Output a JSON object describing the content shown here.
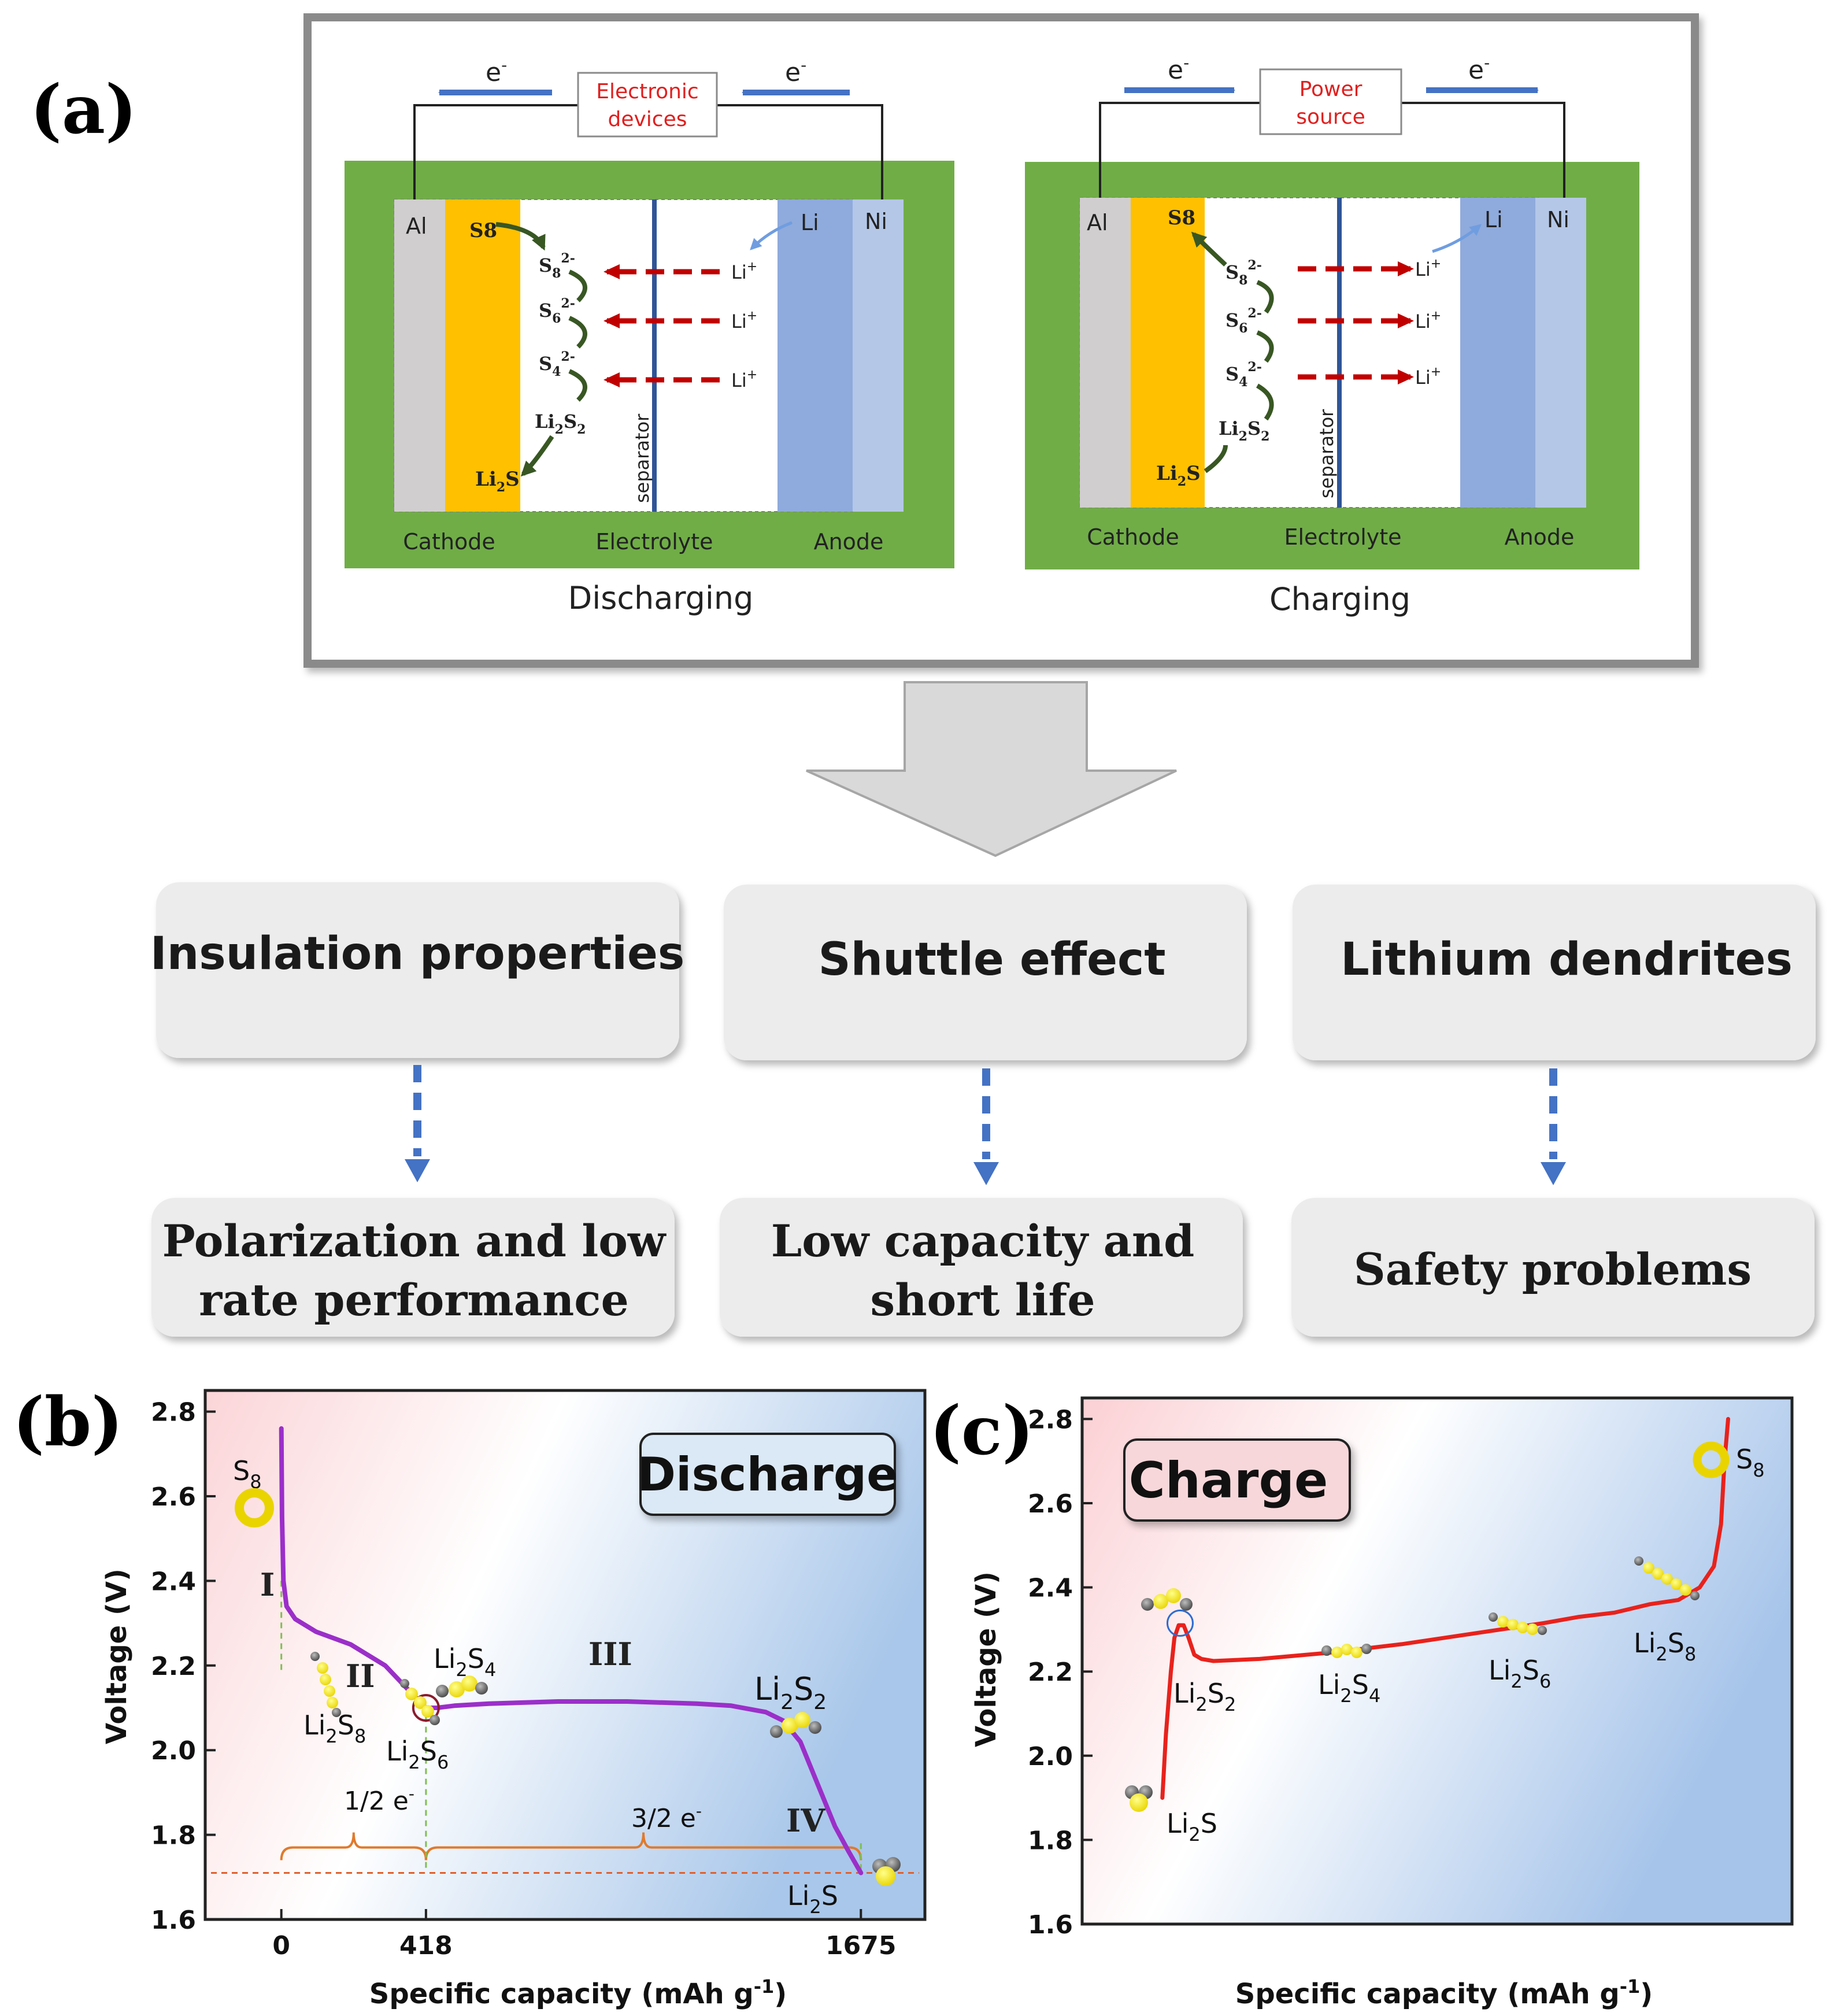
{
  "panel_a": {
    "label": "(a)",
    "discharging": {
      "title": "Discharging",
      "device": [
        "Electronic",
        "devices"
      ],
      "electron": "e",
      "collector_left": "Al",
      "collector_right": "Ni",
      "lithium": "Li",
      "species": [
        "S8",
        "S8 2-",
        "S6 2-",
        "S4 2-",
        "Li2S2",
        "Li2S"
      ],
      "ion": "Li",
      "separator": "separator",
      "zones": [
        "Cathode",
        "Electrolyte",
        "Anode"
      ]
    },
    "charging": {
      "title": "Charging",
      "device": [
        "Power",
        "source"
      ],
      "electron": "e",
      "collector_left": "Al",
      "collector_right": "Ni",
      "lithium": "Li",
      "species": [
        "S8",
        "S8 2-",
        "S6 2-",
        "S4 2-",
        "Li2S2",
        "Li2S"
      ],
      "ion": "Li",
      "separator": "separator",
      "zones": [
        "Cathode",
        "Electrolyte",
        "Anode"
      ]
    },
    "problems": [
      "Insulation properties",
      "Shuttle effect",
      "Lithium dendrites"
    ],
    "consequences": [
      [
        "Polarization and low",
        "rate performance"
      ],
      [
        "Low capacity and",
        "short life"
      ],
      [
        "Safety problems"
      ]
    ]
  },
  "panel_b": {
    "label": "(b)",
    "badge": "Discharge",
    "chart_data": {
      "type": "line",
      "title": "",
      "xlabel": "Specific capacity (mAh g-1)",
      "ylabel": "Voltage (V)",
      "xticks": [
        0,
        418,
        1675
      ],
      "yticks": [
        1.6,
        1.8,
        2.0,
        2.2,
        2.4,
        2.6,
        2.8
      ],
      "xlim": [
        -220,
        1860
      ],
      "ylim": [
        1.6,
        2.85
      ],
      "series": [
        {
          "color": "#9b2fc9",
          "x": [
            0,
            2,
            6,
            15,
            40,
            100,
            200,
            300,
            370,
            418,
            450,
            500,
            600,
            800,
            1000,
            1200,
            1300,
            1400,
            1450,
            1500,
            1550,
            1600,
            1640,
            1675
          ],
          "y": [
            2.76,
            2.55,
            2.4,
            2.34,
            2.31,
            2.28,
            2.25,
            2.2,
            2.14,
            2.1,
            2.1,
            2.105,
            2.11,
            2.115,
            2.115,
            2.11,
            2.105,
            2.09,
            2.07,
            2.02,
            1.92,
            1.82,
            1.76,
            1.71
          ]
        }
      ],
      "reference_line_y": 1.71,
      "stage_labels": [
        "I",
        "II",
        "III",
        "IV"
      ],
      "electron_transfer": [
        "1/2 e-",
        "3/2 e-"
      ],
      "species": [
        "S8",
        "Li2S8",
        "Li2S6",
        "Li2S4",
        "Li2S2",
        "Li2S"
      ]
    }
  },
  "panel_c": {
    "label": "(c)",
    "badge": "Charge",
    "chart_data": {
      "type": "line",
      "title": "",
      "xlabel": "Specific capacity (mAh g-1)",
      "ylabel": "Voltage (V)",
      "yticks": [
        1.6,
        1.8,
        2.0,
        2.2,
        2.4,
        2.6,
        2.8
      ],
      "ylim": [
        1.6,
        2.85
      ],
      "series": [
        {
          "color": "#e8221c",
          "x": [
            0.113,
            0.118,
            0.125,
            0.13,
            0.136,
            0.143,
            0.15,
            0.158,
            0.168,
            0.185,
            0.25,
            0.35,
            0.45,
            0.55,
            0.65,
            0.7,
            0.75,
            0.8,
            0.84,
            0.87,
            0.89,
            0.9,
            0.905,
            0.91
          ],
          "y": [
            1.9,
            2.05,
            2.2,
            2.28,
            2.31,
            2.31,
            2.28,
            2.24,
            2.23,
            2.225,
            2.23,
            2.245,
            2.265,
            2.29,
            2.315,
            2.33,
            2.34,
            2.36,
            2.37,
            2.4,
            2.45,
            2.55,
            2.7,
            2.8
          ]
        }
      ],
      "species": [
        "Li2S",
        "Li2S2",
        "Li2S4",
        "Li2S6",
        "Li2S8",
        "S8"
      ]
    }
  }
}
